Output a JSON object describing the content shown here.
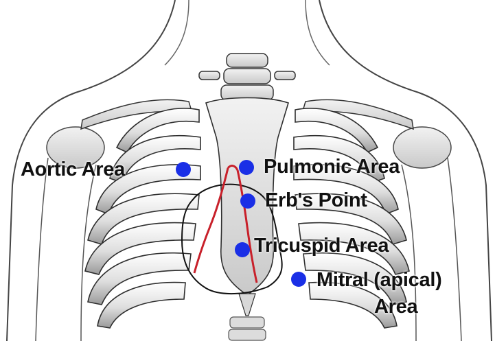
{
  "labels": {
    "aortic": "Aortic Area",
    "pulmonic": "Pulmonic Area",
    "erbs": "Erb's Point",
    "tricuspid": "Tricuspid Area",
    "mitral_line1": "Mitral (apical)",
    "mitral_line2": "Area"
  },
  "colors": {
    "marker": "#1a2fe6",
    "vessel": "#c8202a",
    "heart_outline": "#111111",
    "bone_stroke": "#3a3a3a",
    "bone_fill": "#e4e4e4"
  },
  "icons": {
    "marker": "blue-dot-icon"
  }
}
